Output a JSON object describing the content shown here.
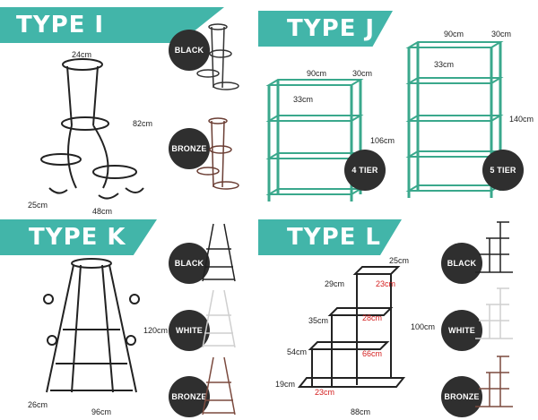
{
  "sections": {
    "type_i": {
      "title": "TYPE I",
      "badges": [
        "BLACK",
        "BRONZE"
      ],
      "dims": [
        "24cm",
        "82cm",
        "25cm",
        "48cm"
      ]
    },
    "type_j": {
      "title": "TYPE J",
      "badges": [
        "4 TIER",
        "5 TIER"
      ],
      "dims_4": [
        "90cm",
        "30cm",
        "33cm",
        "106cm"
      ],
      "dims_5": [
        "90cm",
        "30cm",
        "33cm",
        "140cm"
      ]
    },
    "type_k": {
      "title": "TYPE K",
      "badges": [
        "BLACK",
        "WHITE",
        "BRONZE"
      ],
      "dims": [
        "120cm",
        "26cm",
        "96cm"
      ]
    },
    "type_l": {
      "title": "TYPE L",
      "badges": [
        "BLACK",
        "WHITE",
        "BRONZE"
      ],
      "dims": [
        "25cm",
        "29cm",
        "23cm",
        "35cm",
        "28cm",
        "100cm",
        "54cm",
        "66cm",
        "19cm",
        "23cm",
        "88cm"
      ]
    }
  },
  "colors": {
    "banner": "#42b5a9",
    "badge": "#2f2f2f",
    "rack_green": "#3aa88c",
    "dim_red": "#d42020"
  }
}
